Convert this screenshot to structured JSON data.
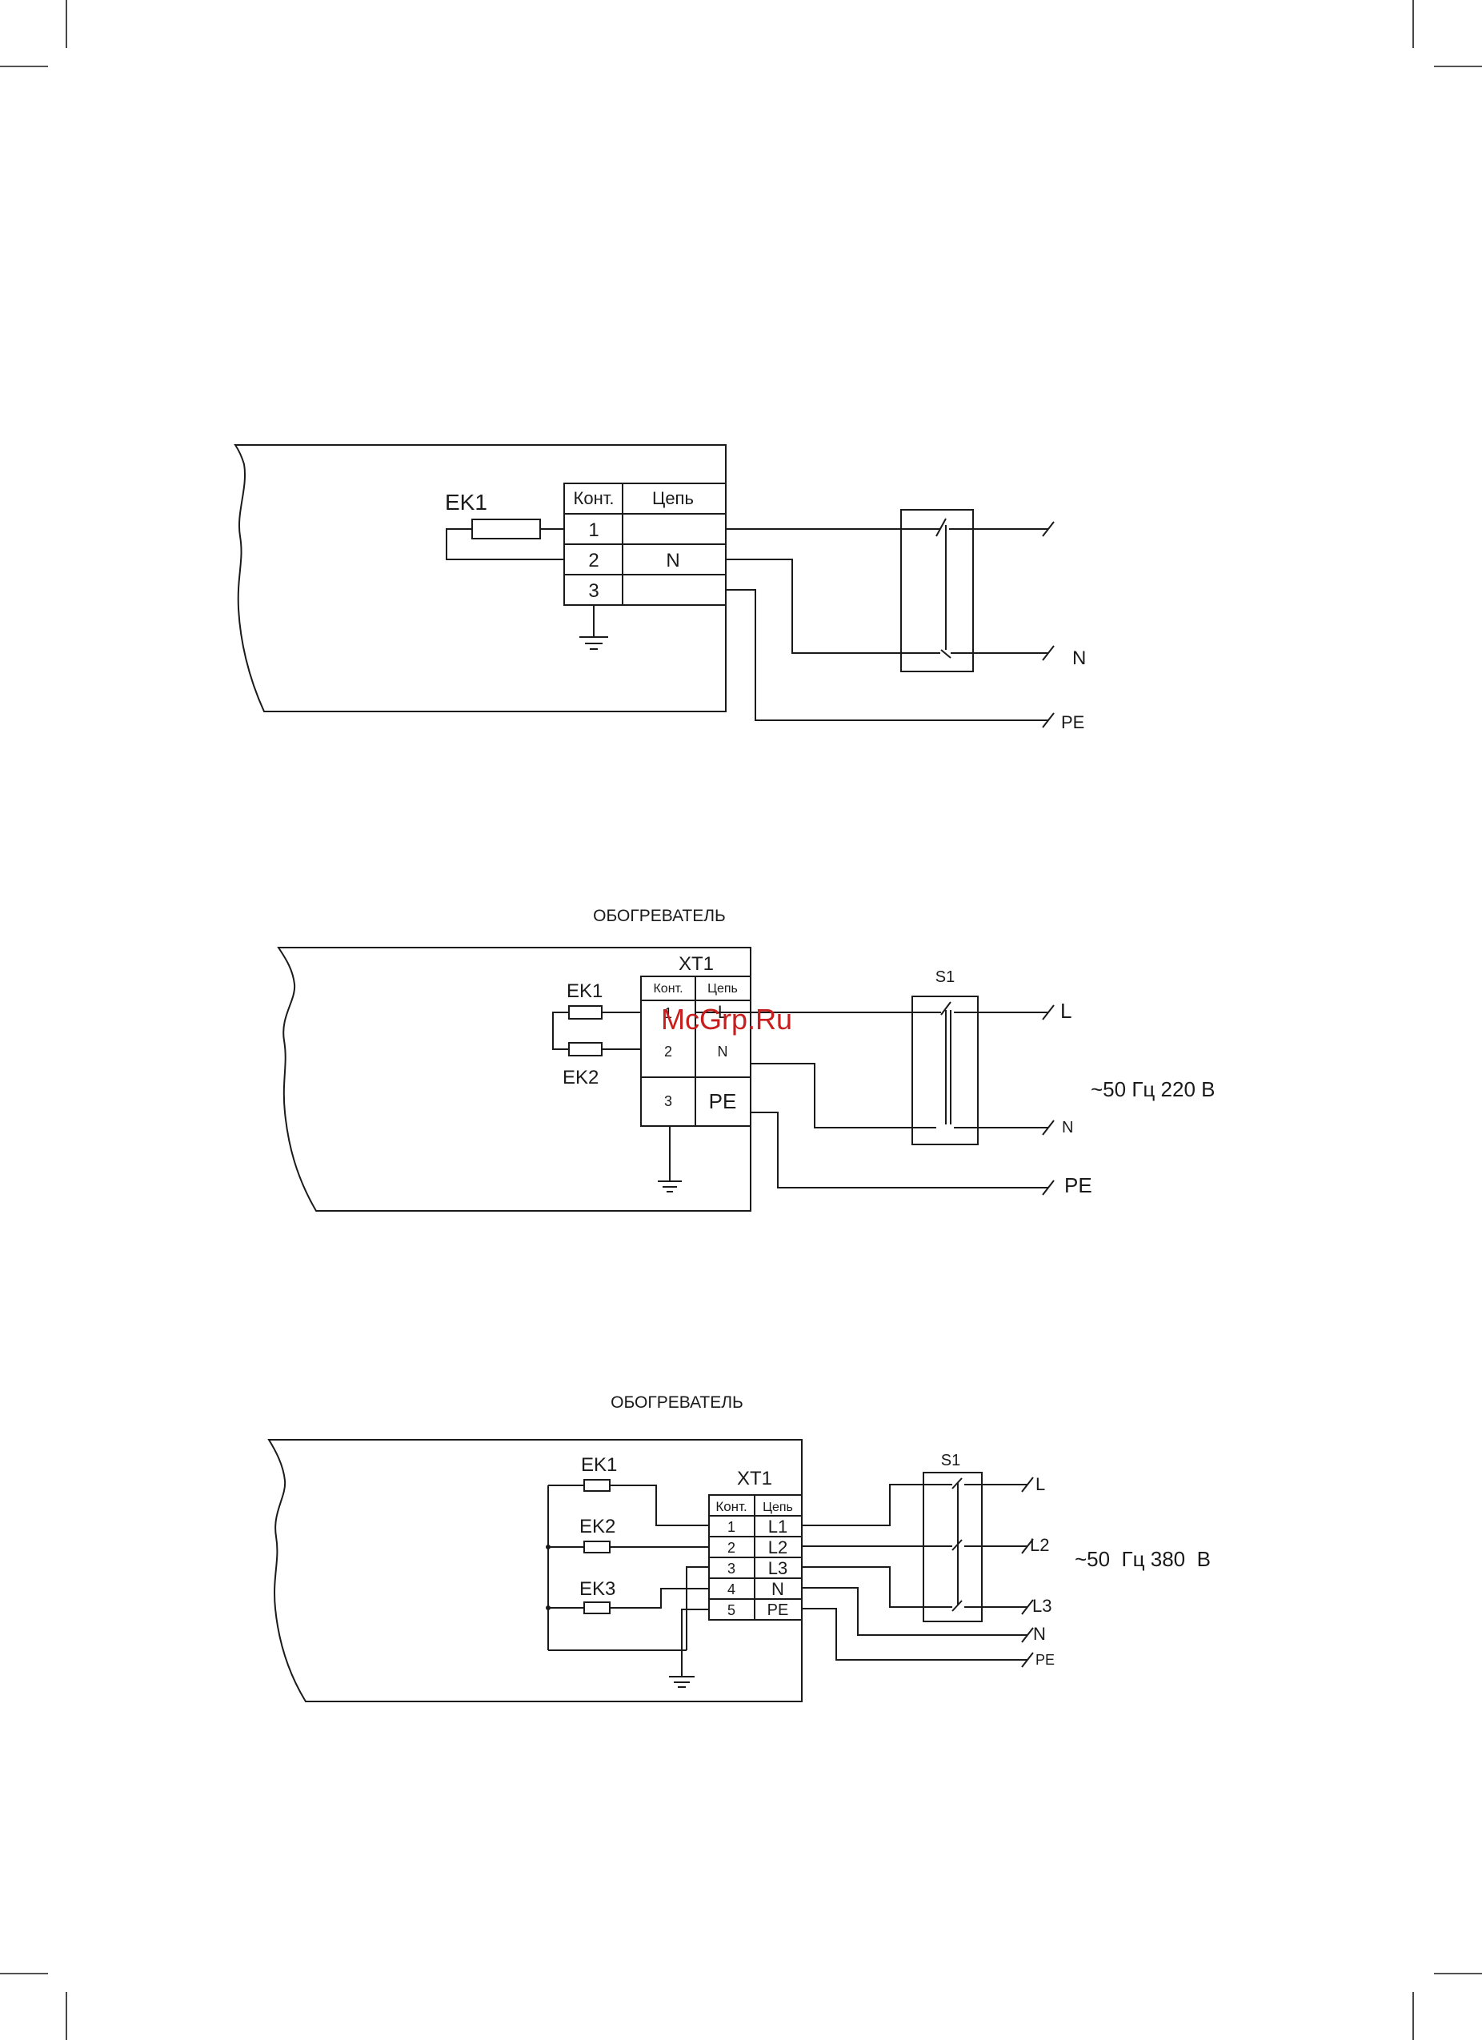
{
  "diagram1": {
    "element_label": "EK1",
    "table_headers": [
      "Конт.",
      "Цепь"
    ],
    "rows": [
      {
        "contact": "1",
        "circuit": ""
      },
      {
        "contact": "2",
        "circuit": "N"
      },
      {
        "contact": "3",
        "circuit": ""
      }
    ],
    "terminals": [
      "",
      "N",
      "PE"
    ]
  },
  "diagram2": {
    "title": "ОБОГРЕВАТЕЛЬ",
    "block_label": "XT1",
    "switch_label": "S1",
    "elements": [
      "EK1",
      "EK2"
    ],
    "table_headers": [
      "Конт.",
      "Цепь"
    ],
    "rows": [
      {
        "contact": "1",
        "circuit": "L"
      },
      {
        "contact": "2",
        "circuit": "N"
      },
      {
        "contact": "3",
        "circuit": "PE"
      }
    ],
    "terminals": [
      "L",
      "N",
      "PE"
    ],
    "supply": "~50 Гц 220 В"
  },
  "diagram3": {
    "title": "ОБОГРЕВАТЕЛЬ",
    "block_label": "XT1",
    "switch_label": "S1",
    "elements": [
      "EK1",
      "EK2",
      "EK3"
    ],
    "table_headers": [
      "Конт.",
      "Цепь"
    ],
    "rows": [
      {
        "contact": "1",
        "circuit": "L1"
      },
      {
        "contact": "2",
        "circuit": "L2"
      },
      {
        "contact": "3",
        "circuit": "L3"
      },
      {
        "contact": "4",
        "circuit": "N"
      },
      {
        "contact": "5",
        "circuit": "PE"
      }
    ],
    "terminals": [
      "L",
      "L2",
      "L3",
      "N",
      "PE"
    ],
    "supply": "~50  Гц 380  В"
  },
  "watermark": "McGrp.Ru"
}
